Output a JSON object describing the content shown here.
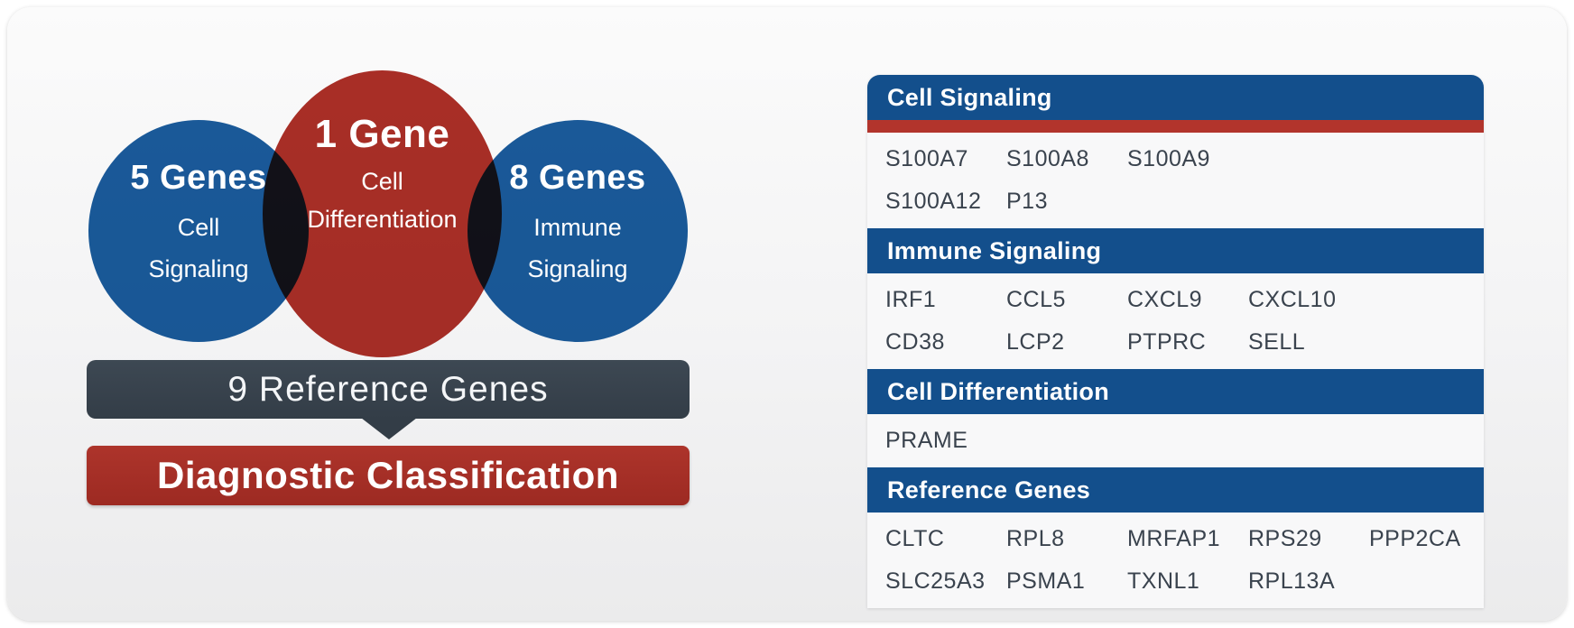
{
  "venn": {
    "left_circle": {
      "count": "5 Genes",
      "line1": "Cell",
      "line2": "Signaling",
      "color": "#1A5B9C"
    },
    "middle_circle": {
      "count": "1 Gene",
      "line1": "Cell",
      "line2": "Differentiation",
      "color": "#AC2F27"
    },
    "right_circle": {
      "count": "8 Genes",
      "line1": "Immune",
      "line2": "Signaling",
      "color": "#1A5B9C"
    }
  },
  "reference_banner": {
    "label": "9 Reference Genes",
    "color": "#333D47"
  },
  "diagnostic_banner": {
    "label": "Diagnostic Classification",
    "color": "#A42D26"
  },
  "gene_table": {
    "header_color": "#134F8C",
    "accent_color": "#B2342C",
    "gene_text_color": "#3A434E",
    "sections": [
      {
        "title": "Cell Signaling",
        "accent": true,
        "rows": [
          [
            "S100A7",
            "S100A8",
            "S100A9"
          ],
          [
            "S100A12",
            "P13"
          ]
        ]
      },
      {
        "title": "Immune Signaling",
        "accent": false,
        "rows": [
          [
            "IRF1",
            "CCL5",
            "CXCL9",
            "CXCL10"
          ],
          [
            "CD38",
            "LCP2",
            "PTPRC",
            "SELL"
          ]
        ]
      },
      {
        "title": "Cell Differentiation",
        "accent": false,
        "rows": [
          [
            "PRAME"
          ]
        ]
      },
      {
        "title": "Reference Genes",
        "accent": false,
        "rows": [
          [
            "CLTC",
            "RPL8",
            "MRFAP1",
            "RPS29",
            "PPP2CA"
          ],
          [
            "SLC25A3",
            "PSMA1",
            "TXNL1",
            "RPL13A"
          ]
        ]
      }
    ]
  }
}
